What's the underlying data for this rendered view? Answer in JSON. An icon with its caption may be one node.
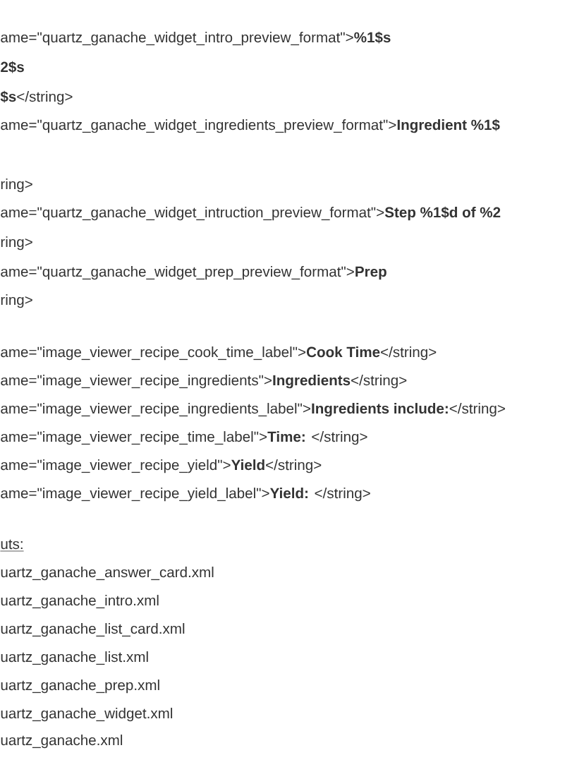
{
  "diagram": {
    "labels": [
      "ame=\"quartz_ganache_widget_intro_preview_format\">**%1$s**",
      "2$s",
      "**$s**</string>",
      "ame=\"quartz_ganache_widget_ingredients_preview_format\">**Ingredient %1$**",
      "ring>",
      "ame=\"quartz_ganache_widget_intruction_preview_format\">**Step %1$d of %2**",
      "ring>",
      "ame=\"quartz_ganache_widget_prep_preview_format\">**Prep**",
      "ring>",
      "ame=\"image_viewer_recipe_cook_time_label\">**Cook Time**</string>",
      "ame=\"image_viewer_recipe_ingredients\">**Ingredients**</string>",
      "ame=\"image_viewer_recipe_ingredients_label\">**Ingredients include:**</string>",
      "ame=\"image_viewer_recipe_time_label\">**Time:** </string>",
      "ame=\"image_viewer_recipe_yield\">**Yield**</string>",
      "ame=\"image_viewer_recipe_yield_label\">**Yield:** </string>",
      "uts:",
      "uartz_ganache_answer_card.xml",
      "uartz_ganache_intro.xml",
      "uartz_ganache_list_card.xml",
      "uartz_ganache_list.xml",
      "uartz_ganache_prep.xml",
      "uartz_ganache_widget.xml",
      "uartz_ganache.xml"
    ]
  }
}
